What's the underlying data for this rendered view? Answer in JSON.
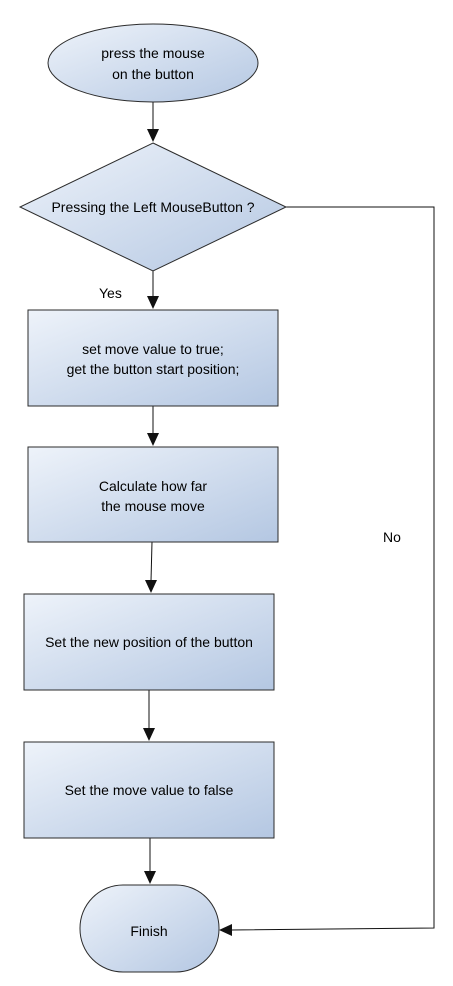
{
  "colors": {
    "fill_light": "#eef3fa",
    "fill_dark": "#b4c7e2",
    "stroke": "#2b2b2b",
    "edge": "#111111"
  },
  "nodes": {
    "start": {
      "line1": "press the mouse",
      "line2": "on the button"
    },
    "decision": {
      "text": "Pressing the Left MouseButton ?"
    },
    "step1": {
      "line1": "set move value to true;",
      "line2": "get the button start position;"
    },
    "step2": {
      "line1": "Calculate how far",
      "line2": "the mouse move"
    },
    "step3": {
      "text": "Set the new position of the button"
    },
    "step4": {
      "text": "Set the move value to false"
    },
    "end": {
      "text": "Finish"
    }
  },
  "edge_labels": {
    "yes": "Yes",
    "no": "No"
  }
}
